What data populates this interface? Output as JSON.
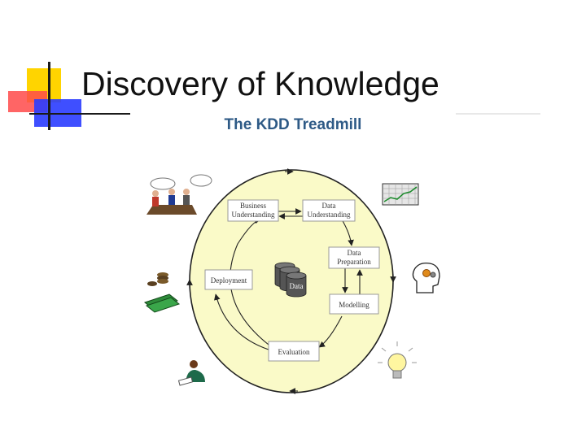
{
  "slide": {
    "title": "Discovery of Knowledge"
  },
  "diagram": {
    "heading": "The KDD Treadmill",
    "heading_color": "#2e5a86",
    "fill_color": "#fafac8",
    "nodes": {
      "business": [
        "Business",
        "Understanding"
      ],
      "data_understanding": [
        "Data",
        "Understanding"
      ],
      "data_preparation": [
        "Data",
        "Preparation"
      ],
      "modelling": "Modelling",
      "evaluation": "Evaluation",
      "deployment": "Deployment",
      "database": "Data"
    },
    "icons": [
      "meeting-clipart-icon",
      "chart-clipart-icon",
      "coins-clipart-icon",
      "money-clipart-icon",
      "head-gears-clipart-icon",
      "person-reading-clipart-icon",
      "lightbulb-clipart-icon"
    ]
  }
}
